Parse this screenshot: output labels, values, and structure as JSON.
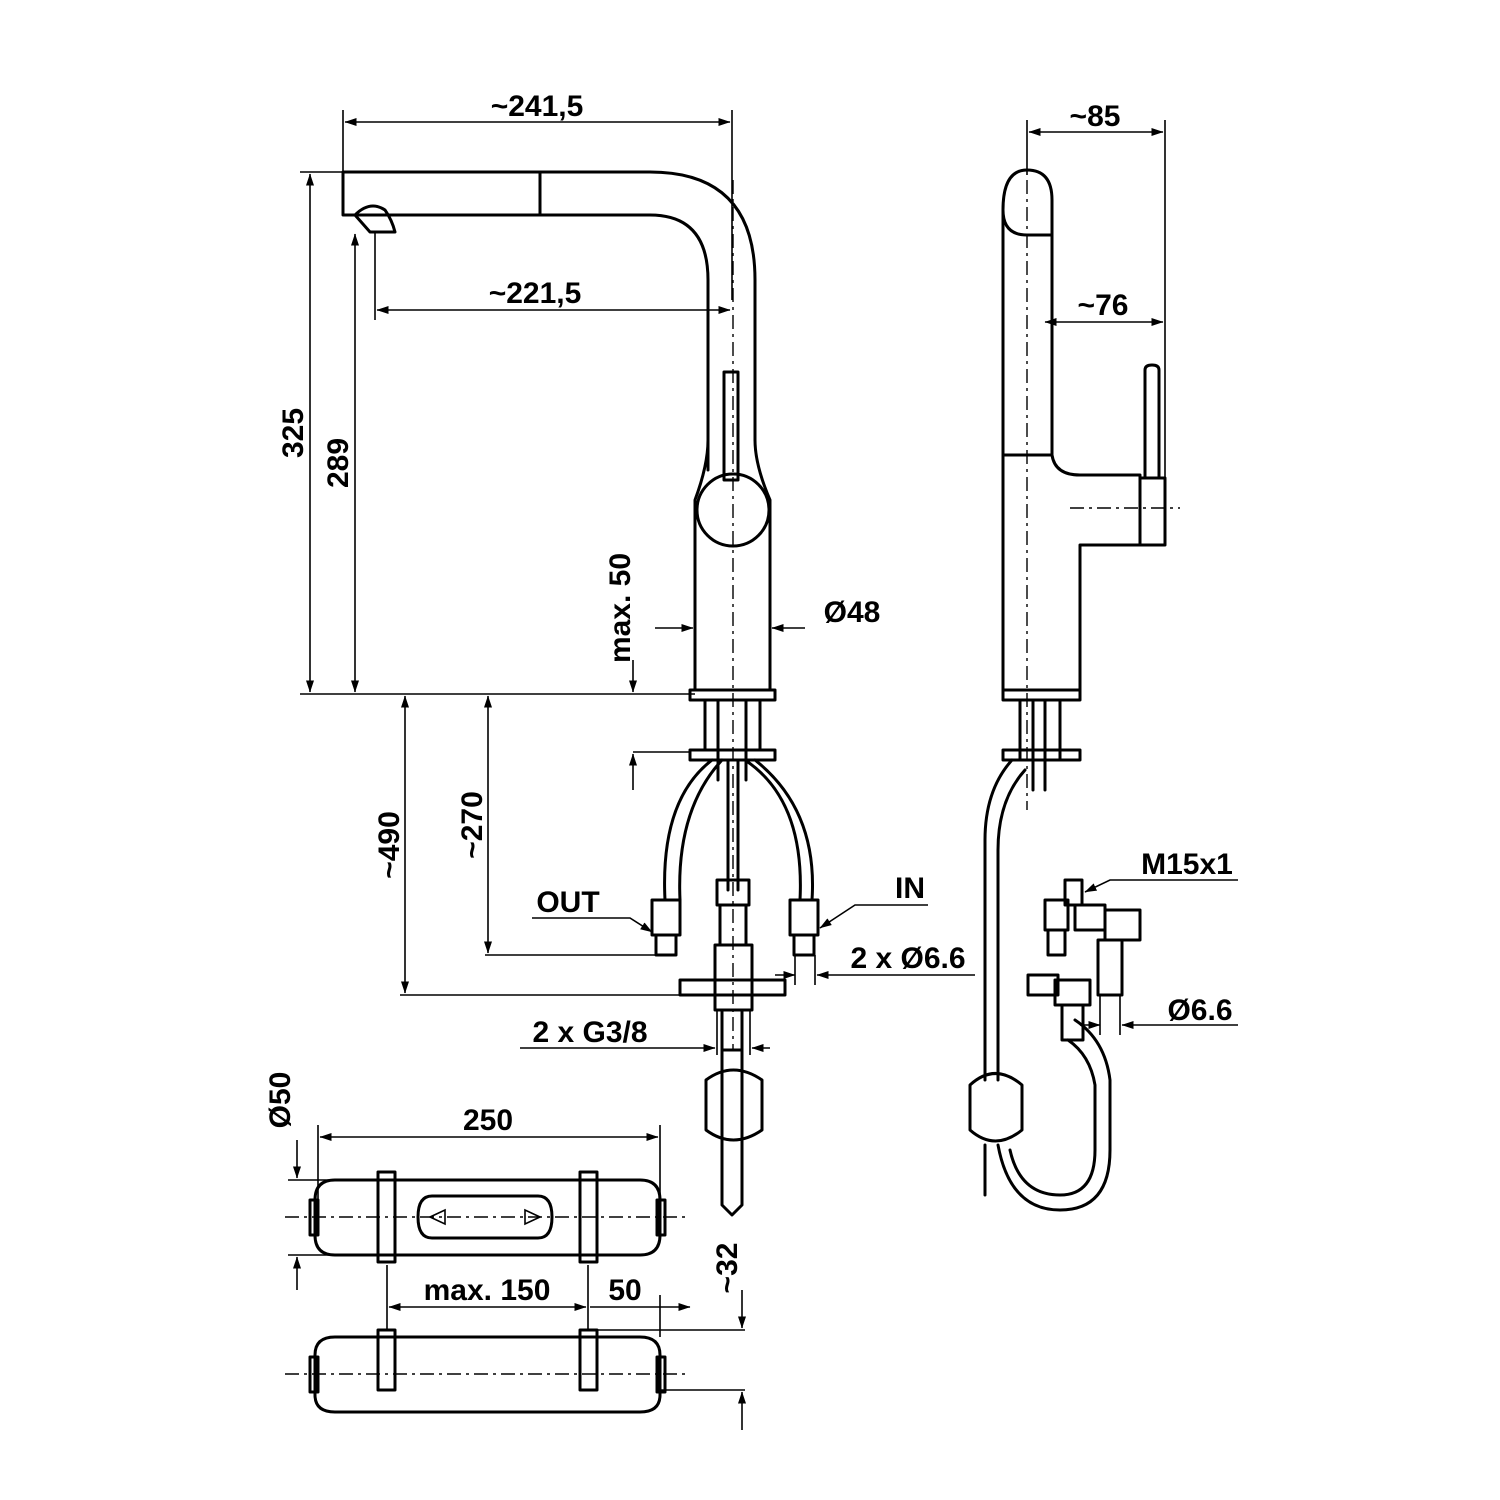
{
  "drawing": {
    "colors": {
      "line": "#000000",
      "background": "#ffffff"
    },
    "front_view": {
      "width_outer": "~241,5",
      "width_inner": "~221,5",
      "height_total": "325",
      "height_outlet": "289",
      "max_thickness": "max. 50",
      "body_diameter": "Ø48",
      "below_490": "~490",
      "below_270": "~270",
      "label_out": "OUT",
      "label_in": "IN",
      "hose_diameter": "2 x Ø6.6",
      "thread": "2 x G3/8"
    },
    "side_view": {
      "depth_top": "~85",
      "depth_mid": "~76",
      "thread": "M15x1",
      "hose_diameter": "Ø6.6"
    },
    "filter_view": {
      "diameter": "Ø50",
      "length": "250",
      "mount_spacing": "max. 150",
      "end_offset": "50",
      "bracket_height": "~32"
    }
  }
}
